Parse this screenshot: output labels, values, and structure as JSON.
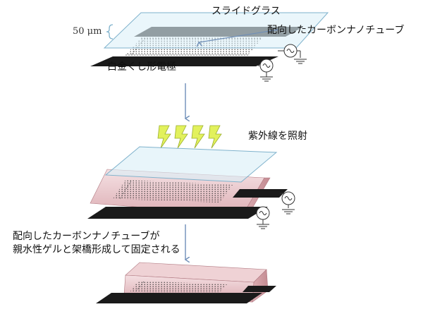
{
  "labels": {
    "slide_glass": "スライドグラス",
    "gap_thickness": "50 μm",
    "aligned_cnt": "配向したカーボンナノチューブ",
    "comb_electrode": "白金くし形電極",
    "uv_irradiation": "紫外線を照射",
    "fixed_caption_line1": "配向したカーボンナノチューブが",
    "fixed_caption_line2": "親水性ゲルと架橋形成して固定される"
  },
  "colors": {
    "glass": "#d8eef7",
    "glass_edge": "#7fb2cc",
    "electrode": "#1a1a1a",
    "gel": "#e4b8bc",
    "gel_edge": "#b07880",
    "arrow": "#6f8fb8",
    "uv_bolt": "#e2f15c",
    "uv_bolt_edge": "#9aae2c"
  },
  "icons": [
    "ac-source-icon",
    "ground-icon",
    "uv-lightning-icon",
    "arrow-down-icon"
  ]
}
